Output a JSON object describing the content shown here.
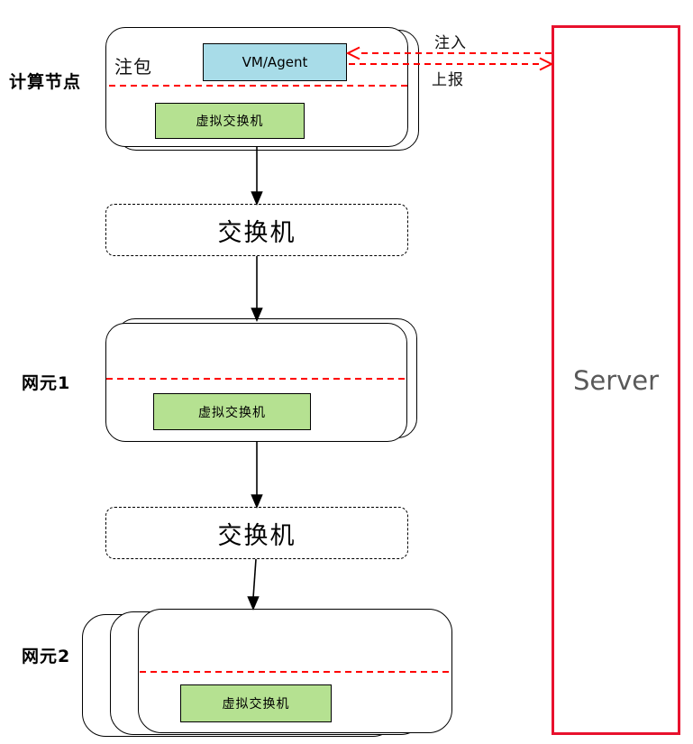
{
  "diagram": {
    "compute_node": {
      "label": "计算节点",
      "packet_label": "注包",
      "vm_label": "VM/Agent",
      "vswitch_label": "虚拟交换机"
    },
    "switch_top": {
      "label": "交换机"
    },
    "ne1": {
      "label": "网元1",
      "vswitch_label": "虚拟交换机"
    },
    "switch_bottom": {
      "label": "交换机"
    },
    "ne2": {
      "label": "网元2",
      "vswitch_label": "虚拟交换机"
    },
    "server": {
      "label": "Server"
    },
    "flows": {
      "inject_label": "注入",
      "report_label": "上报"
    },
    "colors": {
      "vm_fill": "#a8dce8",
      "vswitch_fill": "#b5e191",
      "server_border": "#e8112d",
      "flow_red": "#ff0000",
      "arrow_black": "#000000",
      "server_text": "#595959"
    }
  }
}
